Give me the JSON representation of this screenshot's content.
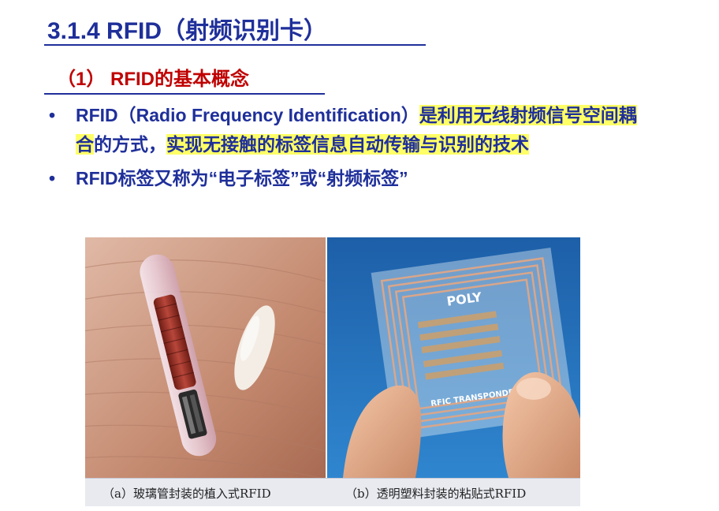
{
  "slide": {
    "title": "3.1.4 RFID（射频识别卡）",
    "subtitle": "（1） RFID的基本概念",
    "bullets": [
      {
        "segments": [
          {
            "text": "RFID（Radio Frequency Identification）",
            "highlight": false
          },
          {
            "text": "是利用无线射频信号空间耦合",
            "highlight": true
          },
          {
            "text": "的方式，",
            "highlight": false
          },
          {
            "text": "实现无接触的标签信息自动传输与识别的技术",
            "highlight": true
          }
        ]
      },
      {
        "segments": [
          {
            "text": "RFID标签又称为“电子标签”或“射频标签”",
            "highlight": false
          }
        ]
      }
    ],
    "bullet_symbol": "•",
    "figure": {
      "caption_a": "（a）玻璃管封装的植入式RFID",
      "caption_b": "（b）透明塑料封装的粘贴式RFID",
      "tag_text_brand": "POLY",
      "tag_text_model": "RFIC TRANSPONDER"
    },
    "colors": {
      "title": "#1f2f9a",
      "subtitle": "#c00000",
      "highlight": "#ffff66"
    }
  }
}
